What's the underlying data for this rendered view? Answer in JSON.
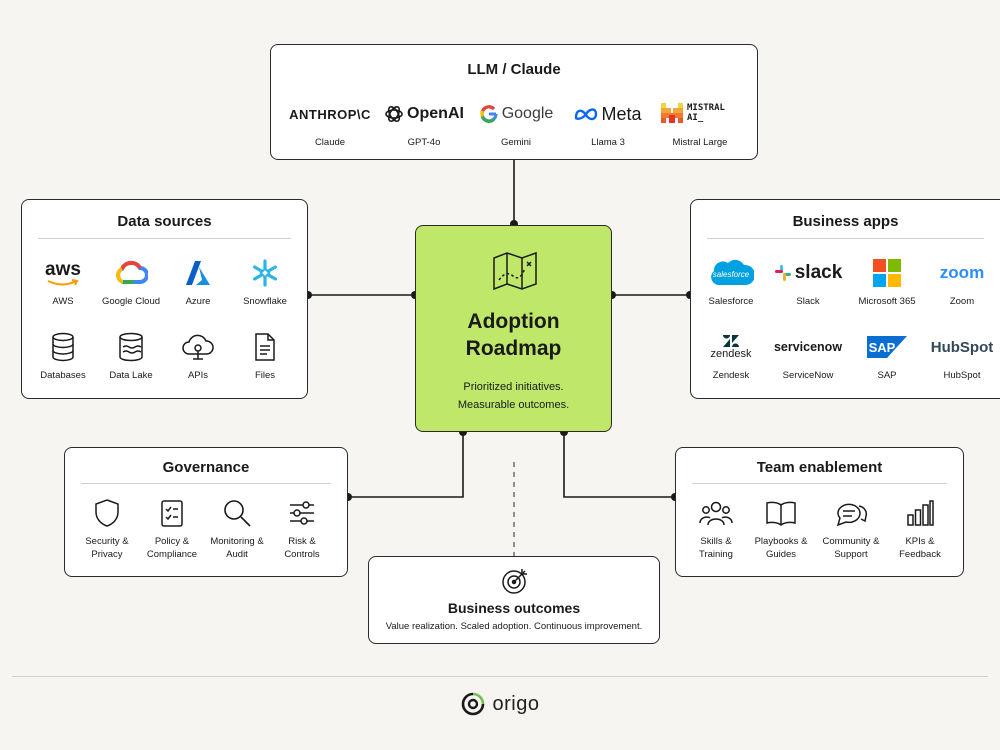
{
  "center": {
    "icon": "roadmap-map-icon",
    "title": "Adoption\nRoadmap",
    "subtitle": "Prioritized initiatives.\nMeasurable outcomes."
  },
  "llm": {
    "title": "LLM / Claude",
    "items": [
      {
        "logo": "ANTHROP\\C",
        "label": "Claude"
      },
      {
        "logo": "OpenAI",
        "label": "GPT-4o"
      },
      {
        "logo": "Google",
        "label": "Gemini"
      },
      {
        "logo": "Meta",
        "label": "Llama 3"
      },
      {
        "logo": "MISTRAL AI_",
        "label": "Mistral Large"
      }
    ]
  },
  "data_sources": {
    "title": "Data sources",
    "items": [
      {
        "logo": "aws",
        "label": "AWS"
      },
      {
        "logo": "",
        "label": "Google Cloud"
      },
      {
        "logo": "",
        "label": "Azure"
      },
      {
        "logo": "",
        "label": "Snowflake"
      },
      {
        "logo": "",
        "label": "Databases"
      },
      {
        "logo": "",
        "label": "Data Lake"
      },
      {
        "logo": "",
        "label": "APIs"
      },
      {
        "logo": "",
        "label": "Files"
      }
    ]
  },
  "business_apps": {
    "title": "Business apps",
    "items": [
      {
        "logo": "salesforce",
        "label": "Salesforce"
      },
      {
        "logo": "slack",
        "label": "Slack"
      },
      {
        "logo": "",
        "label": "Microsoft 365"
      },
      {
        "logo": "zoom",
        "label": "Zoom"
      },
      {
        "logo": "zendesk",
        "label": "Zendesk"
      },
      {
        "logo": "servicenow",
        "label": "ServiceNow"
      },
      {
        "logo": "SAP",
        "label": "SAP"
      },
      {
        "logo": "HubSpot",
        "label": "HubSpot"
      }
    ]
  },
  "governance": {
    "title": "Governance",
    "items": [
      {
        "label": "Security &\nPrivacy"
      },
      {
        "label": "Policy &\nCompliance"
      },
      {
        "label": "Monitoring &\nAudit"
      },
      {
        "label": "Risk &\nControls"
      }
    ]
  },
  "team": {
    "title": "Team enablement",
    "items": [
      {
        "label": "Skills &\nTraining"
      },
      {
        "label": "Playbooks &\nGuides"
      },
      {
        "label": "Community &\nSupport"
      },
      {
        "label": "KPIs &\nFeedback"
      }
    ]
  },
  "outcomes": {
    "title": "Business outcomes",
    "subtitle": "Value realization. Scaled adoption. Continuous improvement."
  },
  "footer": {
    "brand": "origo"
  },
  "colors": {
    "center_fill": "#bfe86a",
    "line": "#1a1a1a",
    "background": "#f6f5f2"
  }
}
